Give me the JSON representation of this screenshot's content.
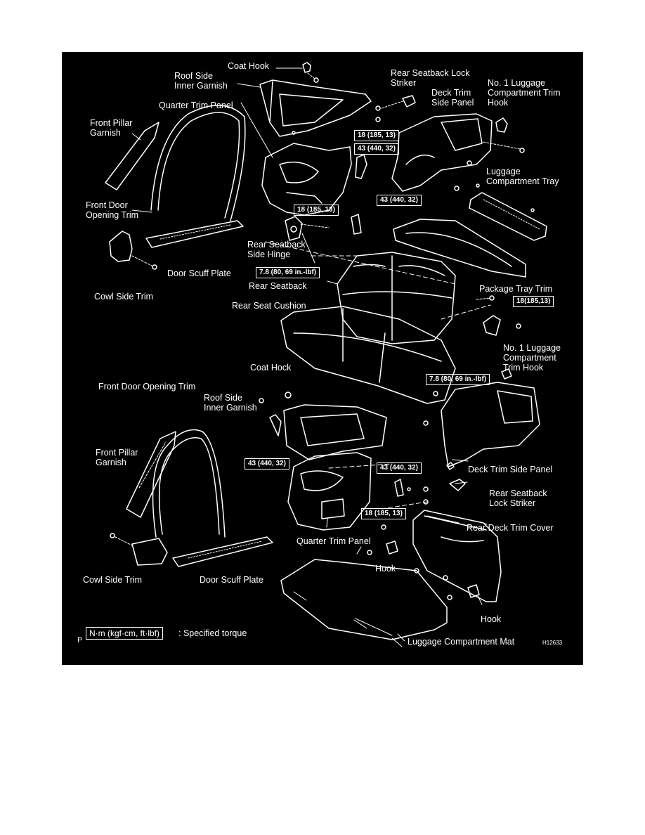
{
  "labels": {
    "coat_hook_top": "Coat Hook",
    "roof_side_inner_garnish_top": "Roof Side\nInner Garnish",
    "rear_seatback_lock_striker_top": "Rear Seatback Lock\nStriker",
    "no1_luggage_trim_hook_top": "No. 1 Luggage\nCompartment Trim\nHook",
    "deck_trim_side_panel_top": "Deck Trim\nSide Panel",
    "quarter_trim_panel_top": "Quarter Trim Panel",
    "front_pillar_garnish_top": "Front Pillar\nGarnish",
    "luggage_compartment_tray": "Luggage\nCompartment Tray",
    "front_door_opening_trim_top": "Front Door\nOpening Trim",
    "rear_seatback_side_hinge": "Rear Seatback\nSide Hinge",
    "cowl_side_trim_top": "Cowl Side Trim",
    "door_scuff_plate_top": "Door Scuff Plate",
    "rear_seatback": "Rear Seatback",
    "package_tray_trim": "Package Tray Trim",
    "rear_seat_cushion": "Rear Seat Cushion",
    "no1_luggage_trim_hook_mid": "No. 1 Luggage\nCompartment\nTrim Hook",
    "coat_hock_bottom": "Coat Hock",
    "front_door_opening_trim_bottom": "Front Door Opening Trim",
    "roof_side_inner_garnish_bottom": "Roof Side\nInner Garnish",
    "front_pillar_garnish_bottom": "Front Pillar\nGarnish",
    "deck_trim_side_panel_bottom": "Deck Trim Side Panel",
    "rear_seatback_lock_striker_bottom": "Rear Seatback\nLock Striker",
    "rear_deck_trim_cover": "Rear Deck Trim Cover",
    "quarter_trim_panel_bottom": "Quarter Trim Panel",
    "hook_left": "Hook",
    "cowl_side_trim_bottom": "Cowl Side Trim",
    "door_scuff_plate_bottom": "Door Scuff Plate",
    "hook_right": "Hook",
    "luggage_compartment_mat": "Luggage Compartment Mat"
  },
  "torques": {
    "t18_a": "18 (185, 13)",
    "t43_a": "43 (440, 32)",
    "t43_b": "43 (440, 32)",
    "t18_b": "18 (185, 13)",
    "t78_a": "7.8 (80, 69 in.-lbf)",
    "t18_c": "18(185,13)",
    "t78_b": "7.8 (80, 69 in.-lbf)",
    "t43_c": "43 (440, 32)",
    "t43_d": "43 (440, 32)",
    "t18_d": "18 (185, 13)"
  },
  "legend": {
    "units": "N·m (kgf·cm, ft·lbf)",
    "description": ": Specified torque",
    "corner_mark": "P",
    "figure_id": "H12633"
  },
  "colors": {
    "background": "#000000",
    "line": "#ffffff"
  }
}
